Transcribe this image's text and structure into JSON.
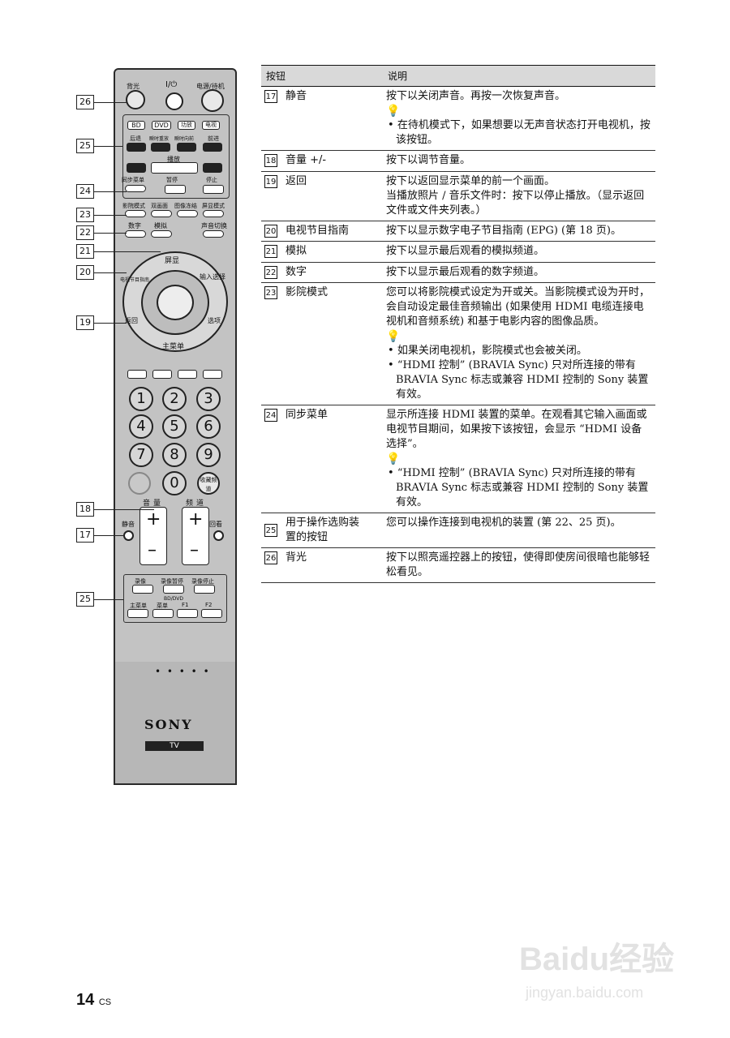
{
  "remote": {
    "top_labels": {
      "backlight": "背光",
      "power": "I/⏻",
      "tv_standby": "电源/待机"
    },
    "source_buttons": [
      "BD",
      "DVD",
      "功放",
      "电视"
    ],
    "transport_labels": [
      "后退",
      "瞬时重放",
      "瞬时向前",
      "前进"
    ],
    "play_label": "播放",
    "sync_menu": "同步菜单",
    "pause_label": "暂停",
    "stop_label": "停止",
    "row_labels": [
      "影院模式",
      "双画面",
      "图像冻结",
      "屏显模式"
    ],
    "row2_labels": [
      "数字",
      "模拟",
      "声音切换"
    ],
    "dpad": {
      "top": "屏显",
      "right_top": "输入选择",
      "left_top": "电视节目指南",
      "left": "返回",
      "right": "选项",
      "bottom": "主菜单"
    },
    "digits": [
      "1",
      "2",
      "3",
      "4",
      "5",
      "6",
      "7",
      "8",
      "9",
      "0"
    ],
    "favorites": "收藏频道",
    "volume": "音量",
    "channel": "频道",
    "mute": "静音",
    "jump": "回看",
    "record_labels": [
      "录像",
      "录像暂停",
      "录像停止"
    ],
    "bd_dvd": "BD/DVD",
    "bottom_labels": [
      "主菜单",
      "菜单",
      "F1",
      "F2"
    ],
    "brand": "SONY",
    "model": "TV"
  },
  "callouts": [
    "26",
    "25",
    "24",
    "23",
    "22",
    "21",
    "20",
    "19",
    "18",
    "17",
    "25"
  ],
  "table": {
    "headers": [
      "按钮",
      "说明"
    ],
    "rows": [
      {
        "badge": "17",
        "name": "静音",
        "desc": [
          "按下以关闭声音。再按一次恢复声音。"
        ],
        "tip": [
          "在待机模式下，如果想要以无声音状态打开电视机，按该按钮。"
        ]
      },
      {
        "badge": "18",
        "name": "音量 +/-",
        "desc": [
          "按下以调节音量。"
        ]
      },
      {
        "badge": "19",
        "name": "返回",
        "desc": [
          "按下以返回显示菜单的前一个画面。",
          "当播放照片 / 音乐文件时：按下以停止播放。（显示返回文件或文件夹列表。）"
        ]
      },
      {
        "badge": "20",
        "name": "电视节目指南",
        "desc": [
          "按下以显示数字电子节目指南 (EPG) (第 18 页)。"
        ]
      },
      {
        "badge": "21",
        "name": "模拟",
        "desc": [
          "按下以显示最后观看的模拟频道。"
        ]
      },
      {
        "badge": "22",
        "name": "数字",
        "desc": [
          "按下以显示最后观看的数字频道。"
        ]
      },
      {
        "badge": "23",
        "name": "影院模式",
        "desc": [
          "您可以将影院模式设定为开或关。当影院模式设为开时，会自动设定最佳音频输出 (如果使用 HDMI 电缆连接电视机和音频系统) 和基于电影内容的图像品质。"
        ],
        "tip": [
          "如果关闭电视机，影院模式也会被关闭。",
          "“HDMI 控制” (BRAVIA Sync) 只对所连接的带有 BRAVIA Sync 标志或兼容 HDMI 控制的 Sony 装置有效。"
        ]
      },
      {
        "badge": "24",
        "name": "同步菜单",
        "desc": [
          "显示所连接 HDMI 装置的菜单。在观看其它输入画面或电视节目期间，如果按下该按钮，会显示 “HDMI 设备选择”。"
        ],
        "tip": [
          "“HDMI 控制” (BRAVIA Sync) 只对所连接的带有 BRAVIA Sync 标志或兼容 HDMI 控制的 Sony 装置有效。"
        ]
      },
      {
        "badge": "25",
        "name": "用于操作选购装置的按钮",
        "desc": [
          "您可以操作连接到电视机的装置 (第 22、25 页)。"
        ]
      },
      {
        "badge": "26",
        "name": "背光",
        "desc": [
          "按下以照亮遥控器上的按钮，使得即使房间很暗也能够轻松看见。"
        ]
      }
    ]
  },
  "page": {
    "number": "14",
    "suffix": "CS"
  },
  "watermark": {
    "logo": "Baidu经验",
    "url": "jingyan.baidu.com"
  }
}
